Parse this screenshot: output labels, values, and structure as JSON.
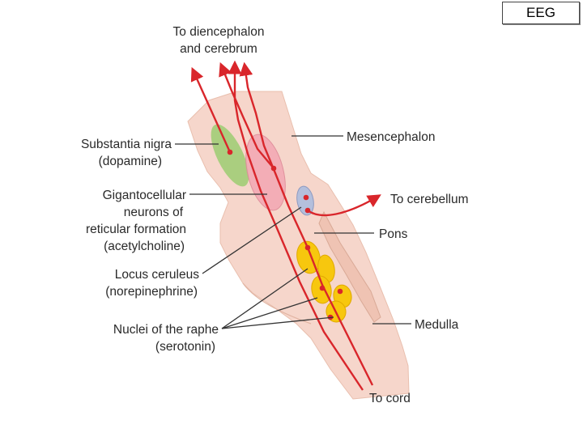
{
  "slide_tag": "EEG",
  "colors": {
    "tissue": "#f6d6cb",
    "tissue_dark": "#efc3b3",
    "pathway": "#d9262b",
    "dopamine": "#9ccc72",
    "acetylcholine": "#f3a9b4",
    "norepinephrine": "#b4bfdc",
    "serotonin": "#f7c70e",
    "leader": "#333333"
  },
  "labels": {
    "top_line1": "To diencephalon",
    "top_line2": "and cerebrum",
    "substantia_line1": "Substantia nigra",
    "substantia_line2": "(dopamine)",
    "gigant_line1": "Gigantocellular",
    "gigant_line2": "neurons of",
    "gigant_line3": "reticular formation",
    "gigant_line4": "(acetylcholine)",
    "locus_line1": "Locus ceruleus",
    "locus_line2": "(norepinephrine)",
    "raphe_line1": "Nuclei of the raphe",
    "raphe_line2": "(serotonin)",
    "mesencephalon": "Mesencephalon",
    "cerebellum": "To cerebellum",
    "pons": "Pons",
    "medulla": "Medulla",
    "cord": "To cord"
  }
}
